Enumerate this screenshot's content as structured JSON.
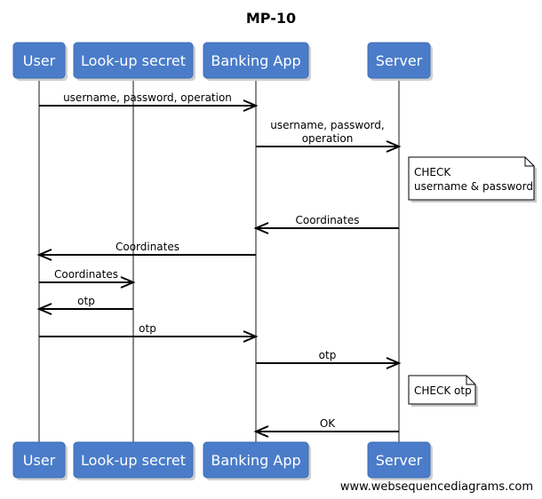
{
  "title": "MP-10",
  "watermark": "www.websequencediagrams.com",
  "colors": {
    "actor_fill": "#4a7cc9",
    "actor_text": "#ffffff",
    "lifeline": "#8a8a8a",
    "arrow": "#000000"
  },
  "participants": [
    {
      "id": "user",
      "label": "User"
    },
    {
      "id": "lookup",
      "label": "Look-up secret"
    },
    {
      "id": "bank",
      "label": "Banking App"
    },
    {
      "id": "server",
      "label": "Server"
    }
  ],
  "messages": [
    {
      "from": "user",
      "to": "bank",
      "label": [
        "username, password, operation"
      ]
    },
    {
      "from": "bank",
      "to": "server",
      "label": [
        "username, password,",
        "operation"
      ]
    },
    {
      "note_over": "server",
      "label": [
        "CHECK",
        "username & password"
      ]
    },
    {
      "from": "server",
      "to": "bank",
      "label": [
        "Coordinates"
      ]
    },
    {
      "from": "bank",
      "to": "user",
      "label": [
        "Coordinates"
      ]
    },
    {
      "from": "user",
      "to": "lookup",
      "label": [
        "Coordinates"
      ]
    },
    {
      "from": "lookup",
      "to": "user",
      "label": [
        "otp"
      ]
    },
    {
      "from": "user",
      "to": "bank",
      "label": [
        "otp"
      ]
    },
    {
      "from": "bank",
      "to": "server",
      "label": [
        "otp"
      ]
    },
    {
      "note_over": "server",
      "label": [
        "CHECK otp"
      ]
    },
    {
      "from": "server",
      "to": "bank",
      "label": [
        "OK"
      ]
    }
  ]
}
